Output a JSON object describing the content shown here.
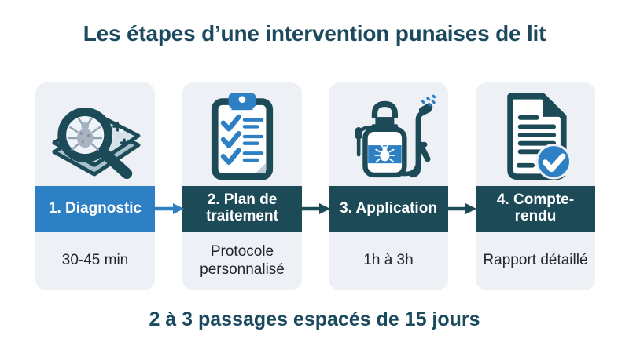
{
  "title": "Les étapes d’une intervention punaises de lit",
  "footer": "2 à 3 passages espacés de 15 jours",
  "colors": {
    "background": "#ffffff",
    "card_background": "#edf1f6",
    "accent_blue": "#2e80c4",
    "dark_teal": "#1d4a57",
    "heading_text": "#1b4a5e",
    "detail_text": "#20282e",
    "band_text": "#ffffff"
  },
  "steps": [
    {
      "label": "1. Diagnostic",
      "detail": "30-45 min",
      "band_color": "blue",
      "icon": "mattress-magnifier-icon"
    },
    {
      "label": "2. Plan de traitement",
      "detail": "Protocole personnalisé",
      "band_color": "dark",
      "icon": "clipboard-checklist-icon"
    },
    {
      "label": "3. Application",
      "detail": "1h à 3h",
      "band_color": "dark",
      "icon": "pressure-sprayer-icon"
    },
    {
      "label": "4. Compte-rendu",
      "detail": "Rapport détaillé",
      "band_color": "dark",
      "icon": "document-check-icon"
    }
  ],
  "arrows": [
    {
      "from": "1. Diagnostic",
      "to": "2. Plan de traitement",
      "color": "blue"
    },
    {
      "from": "2. Plan de traitement",
      "to": "3. Application",
      "color": "dark"
    },
    {
      "from": "3. Application",
      "to": "4. Compte-rendu",
      "color": "dark"
    }
  ]
}
